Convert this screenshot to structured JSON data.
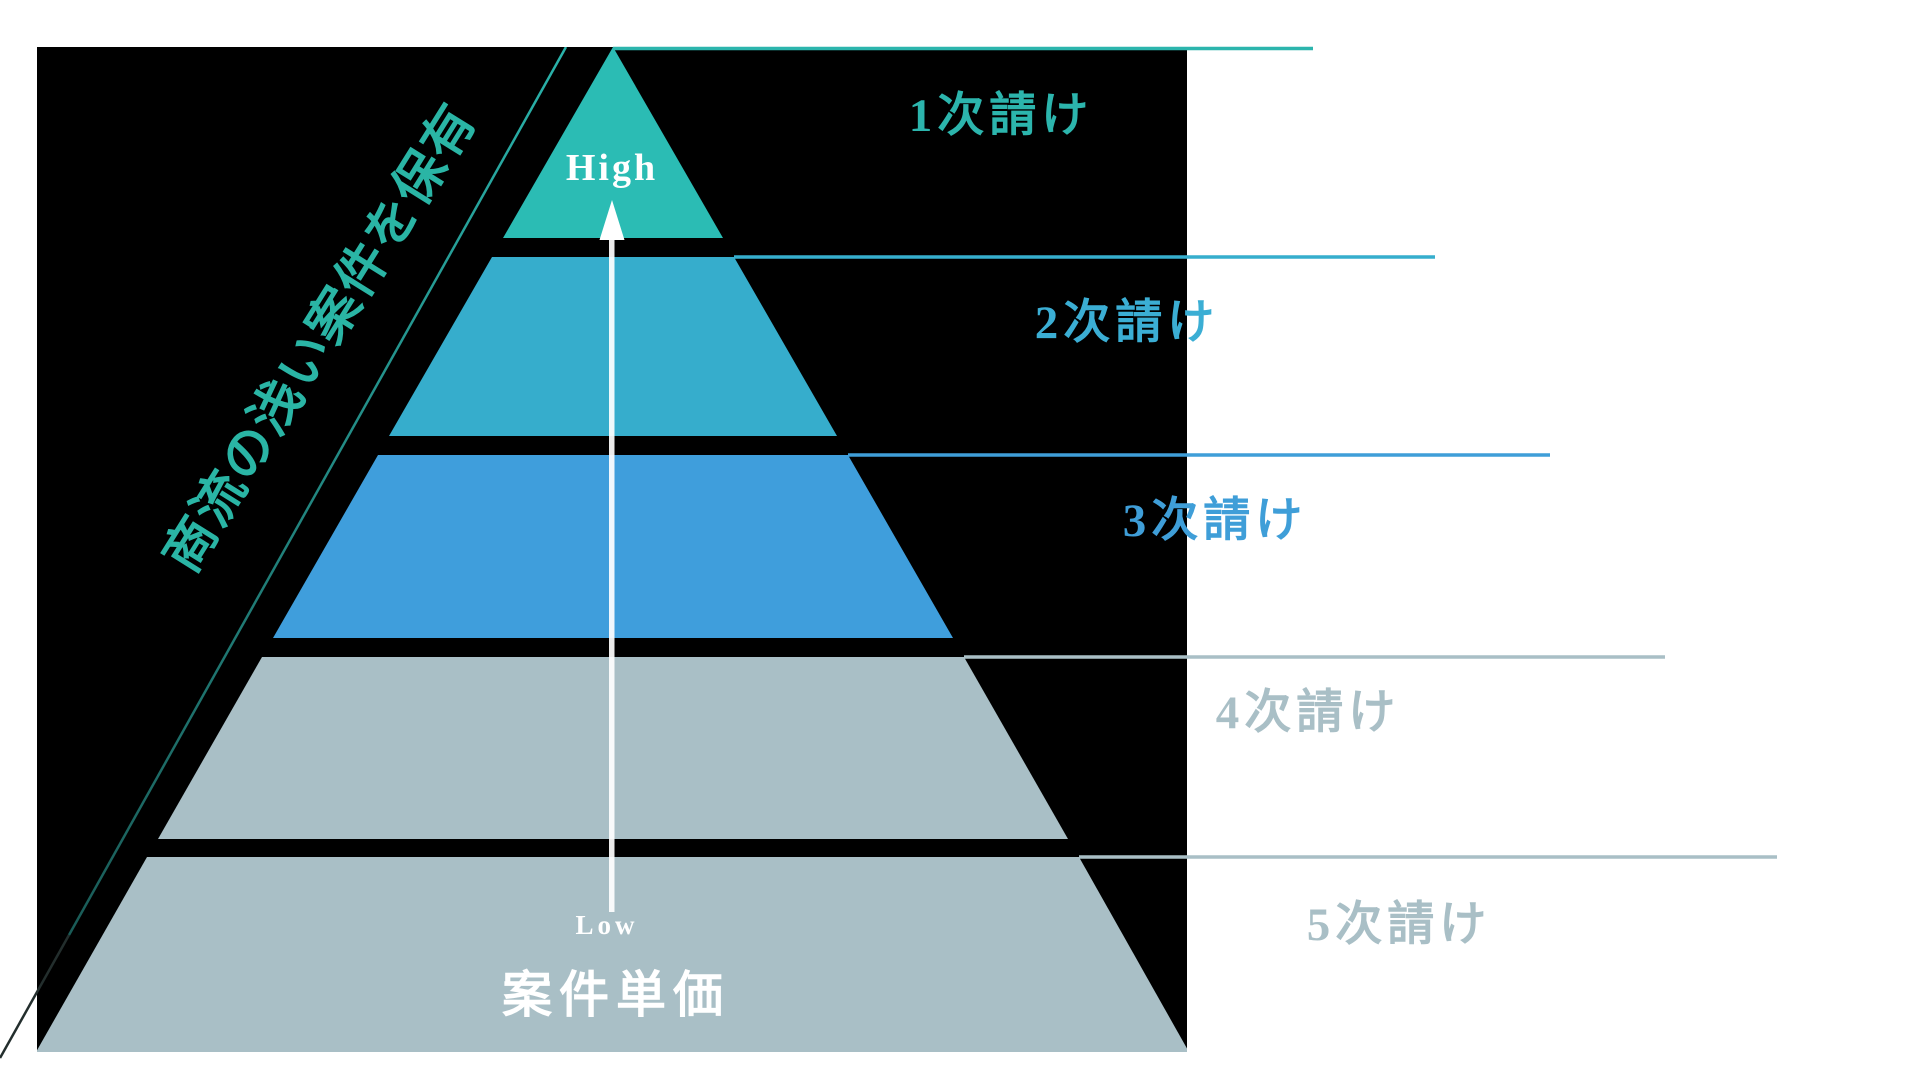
{
  "diagram": {
    "background_color": "#FFFFFF",
    "panel_color": "#000000"
  },
  "pyramid": {
    "tiers": [
      {
        "label": "1次請け",
        "fill": "#2BBCB4",
        "line_color": "#2CB5AD",
        "label_color": "#2CB5AD"
      },
      {
        "label": "2次請け",
        "fill": "#36ADCC",
        "line_color": "#36AECD",
        "label_color": "#3BAED4"
      },
      {
        "label": "3次請け",
        "fill": "#3F9EDC",
        "line_color": "#3F9ED8",
        "label_color": "#3F9ED8"
      },
      {
        "label": "4次請け",
        "fill": "#A9BFC6",
        "line_color": "#A9BFC6",
        "label_color": "#A9BFC6"
      },
      {
        "label": "5次請け",
        "fill": "#A9BFC6",
        "line_color": "#A9BFC6",
        "label_color": "#A9BFC6"
      }
    ]
  },
  "value_axis": {
    "title": "案件単価",
    "high_label": "High",
    "low_label": "Low",
    "color": "#FFFFFF"
  },
  "side_annotation": {
    "text": "商流の浅い案件を保有",
    "color": "#2AB5A5"
  }
}
